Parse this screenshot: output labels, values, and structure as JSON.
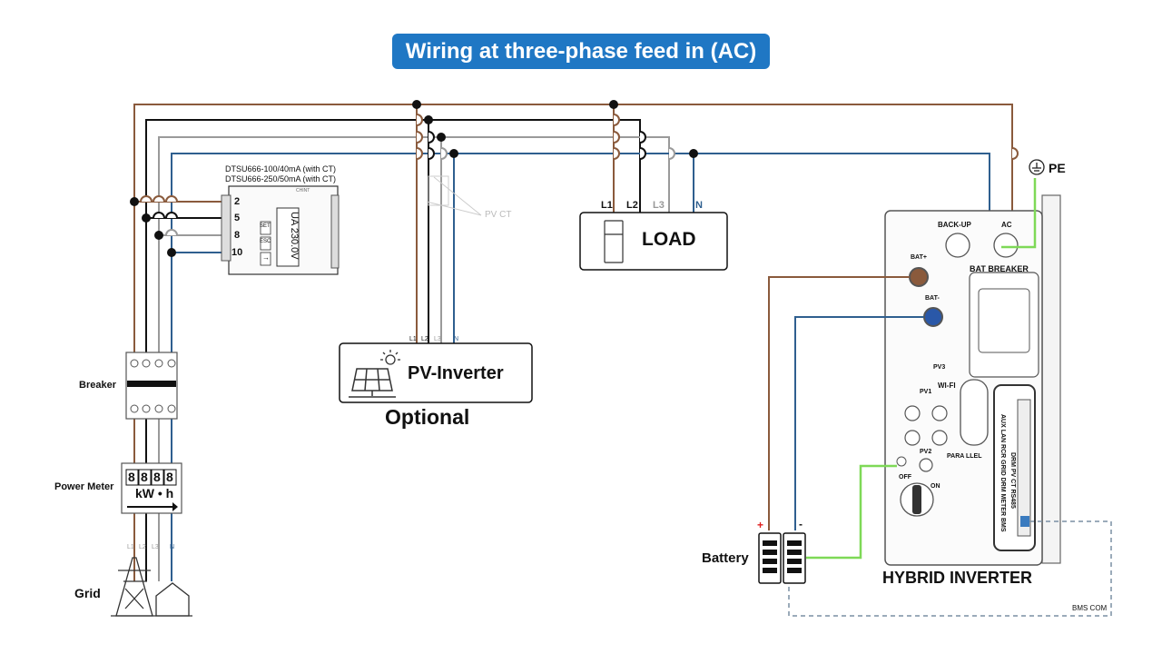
{
  "title": "Wiring at three-phase feed in (AC)",
  "meter": {
    "model_1": "DTSU666-100/40mA (with CT)",
    "model_2": "DTSU666-250/50mA (with CT)",
    "terminals": [
      "2",
      "5",
      "8",
      "10"
    ],
    "display": "UA 230.0V",
    "buttons": [
      "SET",
      "ESC",
      "→"
    ],
    "brand": "CHINT"
  },
  "pv_ct_label": "PV CT",
  "load": {
    "label": "LOAD",
    "phases": [
      "L1",
      "L2",
      "L3",
      "N"
    ]
  },
  "pv_inverter": {
    "label": "PV-Inverter",
    "optional": "Optional",
    "phases": [
      "L1",
      "L2",
      "L3",
      "N"
    ]
  },
  "left": {
    "breaker": "Breaker",
    "power_meter": "Power Meter",
    "meter_digits": [
      "8",
      "8",
      "8",
      "8"
    ],
    "meter_unit": "kW • h",
    "grid": "Grid",
    "phases": [
      "L1",
      "L2",
      "L3",
      "N"
    ]
  },
  "pe_label": "PE",
  "battery": {
    "label": "Battery",
    "plus": "+",
    "minus": "-"
  },
  "inverter": {
    "label": "HYBRID INVERTER",
    "ports": {
      "backup": "BACK-UP",
      "ac": "AC",
      "bat_plus": "BAT+",
      "bat_minus": "BAT-",
      "bat_breaker": "BAT BREAKER",
      "pv3": "PV3",
      "wifi": "WI-FI",
      "pv1": "PV1",
      "pv2": "PV2",
      "parallel": "PARA LLEL",
      "off": "OFF",
      "on": "ON",
      "aux_row": "AUX LAN RCR GRID DRM METER BMS",
      "comm_row": "DRM PV CT RS485"
    }
  },
  "bms_com": "BMS COM",
  "colors": {
    "brown": "#8a5a3c",
    "black": "#111111",
    "grey": "#9a9a9a",
    "blue": "#2f5f8f",
    "green": "#7ed957",
    "title_bg": "#1f77c4",
    "red": "#e02020"
  }
}
